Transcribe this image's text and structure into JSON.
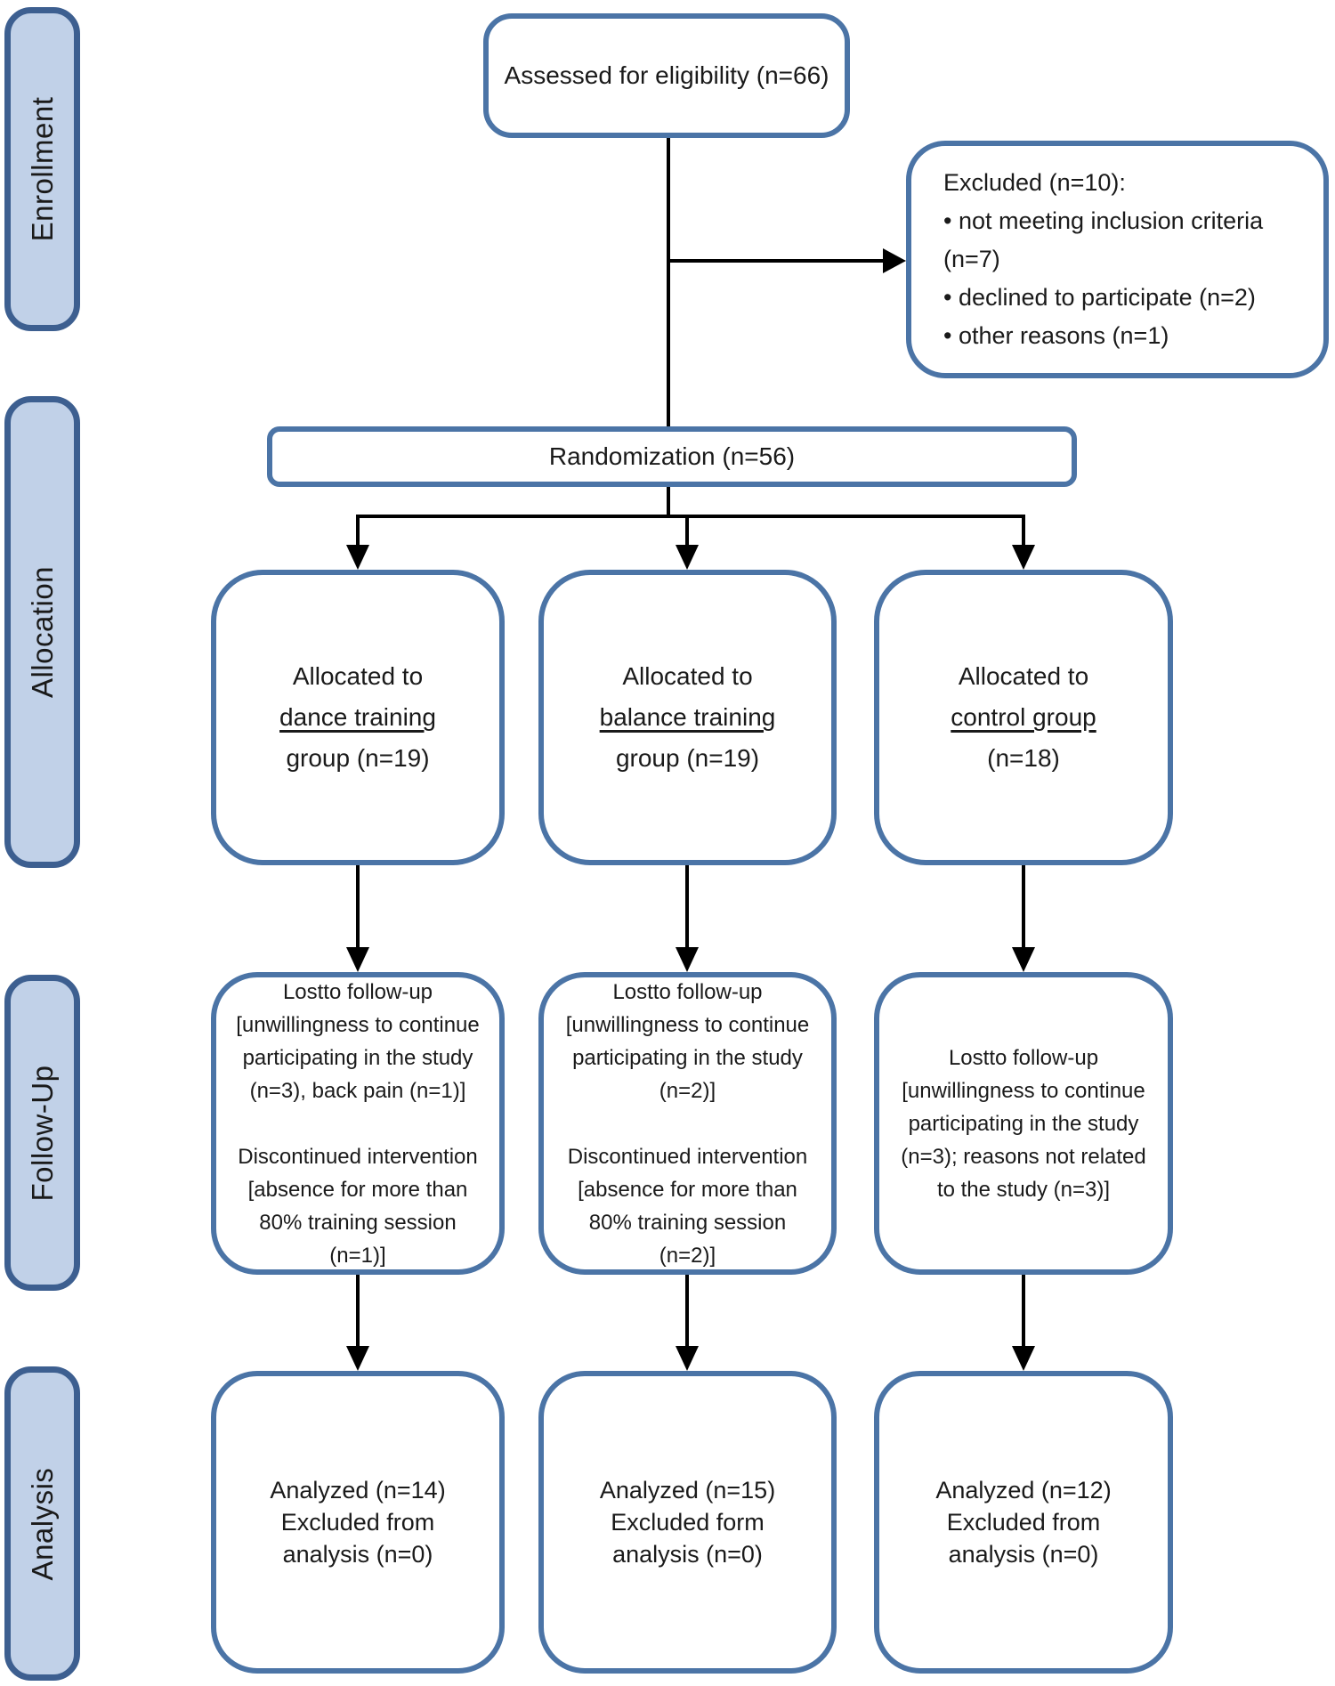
{
  "colors": {
    "box_border": "#4b74a6",
    "sidebar_border": "#3d5f90",
    "sidebar_fill": "#c1d1e8",
    "line": "#000000",
    "text": "#1a1a1a"
  },
  "sidebar": {
    "labels": [
      {
        "label": "Enrollment"
      },
      {
        "label": "Allocation"
      },
      {
        "label": "Follow-Up"
      },
      {
        "label": "Analysis"
      }
    ]
  },
  "flow": {
    "assessed": {
      "text": "Assessed for eligibility (n=66)"
    },
    "excluded": {
      "lines": [
        "Excluded (n=10):",
        "• not meeting inclusion criteria",
        "(n=7)",
        "• declined to participate (n=2)",
        "• other reasons (n=1)"
      ]
    },
    "randomization": {
      "text": "Randomization (n=56)"
    },
    "allocation": [
      {
        "line1": "Allocated to",
        "underlined": "dance training",
        "line3": "group (n=19)"
      },
      {
        "line1": "Allocated to",
        "underlined": "balance training",
        "line3": "group (n=19)"
      },
      {
        "line1": "Allocated to",
        "underlined": "control group",
        "line3": "(n=18)"
      }
    ],
    "followup": [
      {
        "lines": [
          "Lostto follow-up",
          "[unwillingness to continue",
          "participating in the study",
          "(n=3), back pain (n=1)]",
          "",
          "Discontinued intervention",
          "[absence for more than",
          "80% training session",
          "(n=1)]"
        ]
      },
      {
        "lines": [
          "Lostto follow-up",
          "[unwillingness to continue",
          "participating in the study",
          "(n=2)]",
          "",
          "Discontinued intervention",
          "[absence for more than",
          "80% training session",
          "(n=2)]"
        ]
      },
      {
        "lines": [
          "Lostto follow-up",
          "[unwillingness to continue",
          "participating in the study",
          "(n=3); reasons not related",
          "to the study (n=3)]"
        ]
      }
    ],
    "analysis": [
      {
        "lines": [
          "Analyzed (n=14)",
          "Excluded from",
          "analysis (n=0)"
        ]
      },
      {
        "lines": [
          "Analyzed (n=15)",
          "Excluded form",
          "analysis (n=0)"
        ]
      },
      {
        "lines": [
          "Analyzed (n=12)",
          "Excluded from",
          "analysis (n=0)"
        ]
      }
    ]
  }
}
